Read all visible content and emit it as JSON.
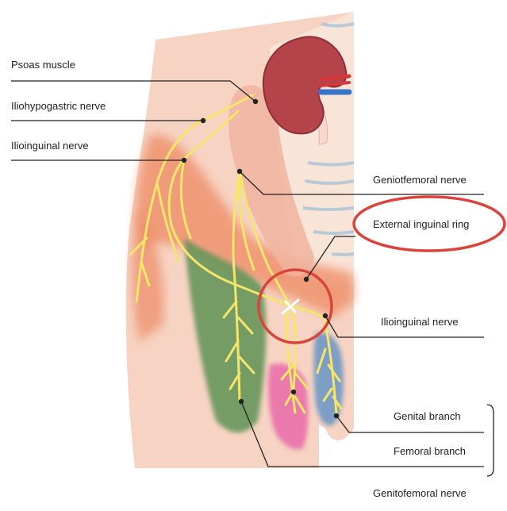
{
  "labels": {
    "psoas": "Psoas muscle",
    "iliohypogastric": "Iliohypogastric nerve",
    "ilioinguinal_top": "Ilioinguinal nerve",
    "geniofemoral": "Geniotfemoral nerve",
    "external_ring": "External inguinal ring",
    "ilioinguinal_right": "Ilioinguinal nerve",
    "genital_branch": "Genital branch",
    "femoral_branch": "Femoral branch",
    "genitofemoral": "Genitofemoral nerve"
  },
  "colors": {
    "skin": "#f5cdb8",
    "muscle": "#e8795a",
    "kidney": "#b8474c",
    "nerve": "#f4e66a",
    "green_area": "#6f9a5c",
    "pink_area": "#e879b5",
    "blue_area": "#6f98c6",
    "highlight": "#d9453c",
    "leader": "#222222"
  }
}
